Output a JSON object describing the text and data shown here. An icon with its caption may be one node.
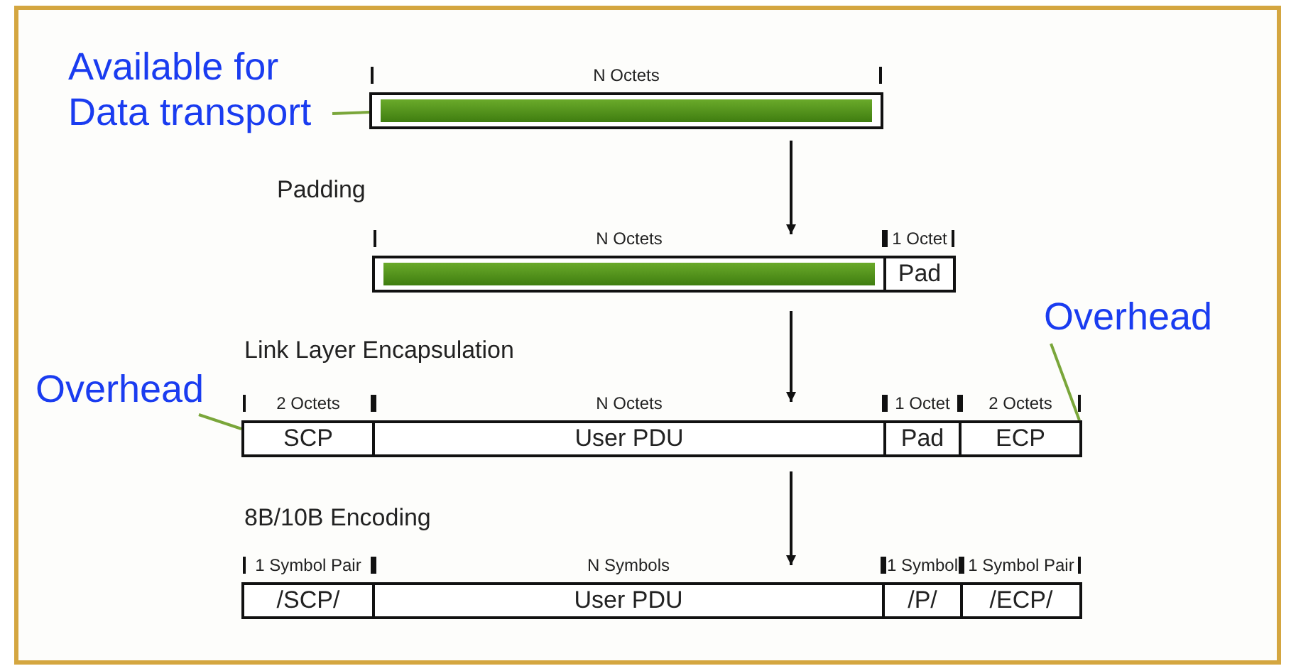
{
  "diagram": {
    "nodes": [
      {
        "text": [
          "Available for Data transport"
        ]
      },
      {
        "text": [],
        "shape": "bar",
        "beside": [
          "N Octets"
        ]
      },
      {
        "text": [],
        "shape": "bar",
        "beside": [
          "N Octets"
        ]
      },
      {
        "text": [
          "Pad"
        ],
        "beside": [
          "1 Octet"
        ]
      },
      {
        "text": [
          "Overhead"
        ]
      },
      {
        "text": [
          "Overhead"
        ]
      },
      {
        "text": [
          "SCP"
        ],
        "beside": [
          "2 Octets"
        ]
      },
      {
        "text": [
          "User PDU"
        ],
        "beside": [
          "N Octets"
        ]
      },
      {
        "text": [
          "Pad"
        ],
        "beside": [
          "1 Octet"
        ]
      },
      {
        "text": [
          "ECP"
        ],
        "beside": [
          "2 Octets"
        ]
      },
      {
        "text": [
          "/SCP/"
        ],
        "beside": [
          "1 Symbol Pair"
        ]
      },
      {
        "text": [
          "User PDU"
        ],
        "beside": [
          "N Symbols"
        ]
      },
      {
        "text": [
          "/P/"
        ],
        "beside": [
          "1 Symbol"
        ]
      },
      {
        "text": [
          "/ECP/"
        ],
        "beside": [
          "1 Symbol Pair"
        ]
      }
    ],
    "edges": [
      {
        "from": 0,
        "to": 1,
        "arrow": "none",
        "color": "#7aa63a"
      },
      {
        "from": 1,
        "to": 2,
        "arrow": "to",
        "color": "#111111"
      },
      {
        "from": 4,
        "to": 9,
        "arrow": "none",
        "color": "#7aa63a"
      },
      {
        "from": 5,
        "to": 6,
        "arrow": "none",
        "color": "#7aa63a"
      },
      {
        "from": 2,
        "to": 7,
        "arrow": "to",
        "color": "#111111"
      },
      {
        "from": 7,
        "to": 11,
        "arrow": "to",
        "color": "#111111"
      }
    ],
    "labels": [
      "Padding",
      "Link Layer Encapsulation",
      "8B/10B Encoding"
    ]
  }
}
